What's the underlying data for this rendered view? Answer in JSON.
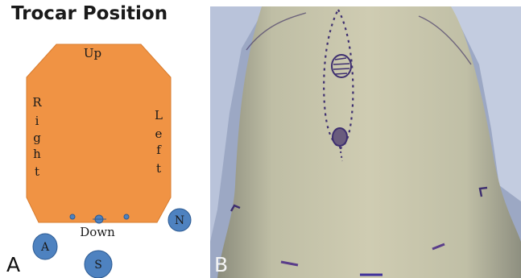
{
  "title": "Trocar Position",
  "diagram": {
    "up": "Up",
    "down": "Down",
    "right_letters": [
      "R",
      "i",
      "g",
      "h",
      "t"
    ],
    "left_letters": [
      "L",
      "e",
      "f",
      "t"
    ],
    "ports": {
      "a": "A",
      "s": "S",
      "n": "N"
    }
  },
  "panels": {
    "a": "A",
    "b": "B"
  },
  "colors": {
    "octagon": "#f09344",
    "octagon_stroke": "#d87c2e",
    "port_fill": "#4e82c0",
    "port_stroke": "#2c5a92",
    "photo_bg": "#c9c7ae",
    "marker": "#3e2f70"
  }
}
